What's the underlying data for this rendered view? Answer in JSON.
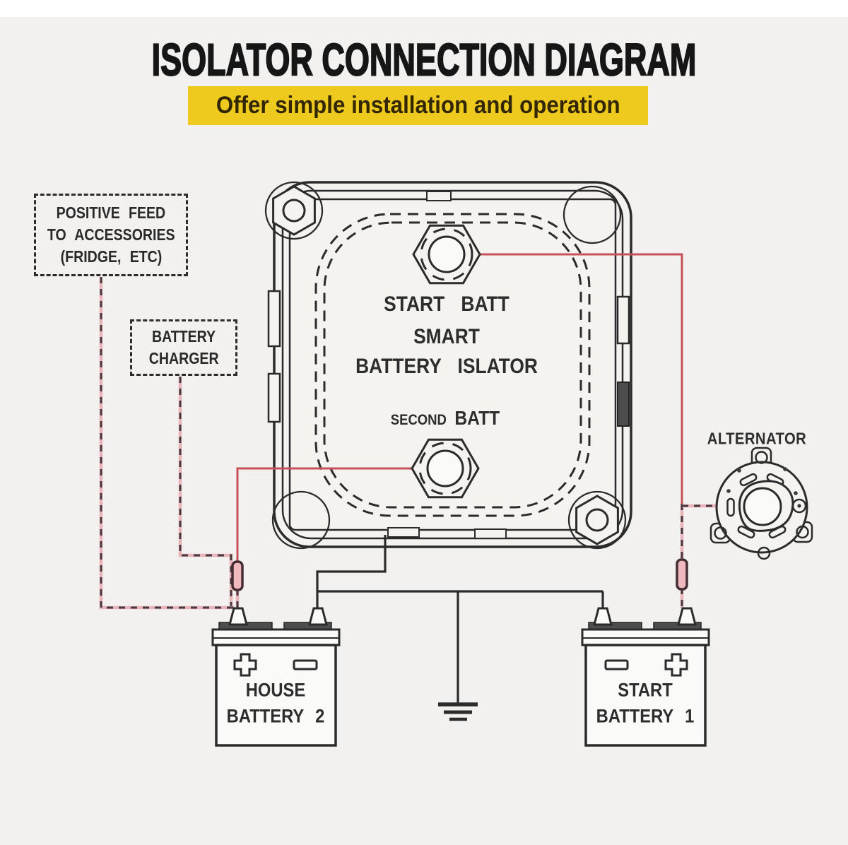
{
  "header": {
    "title": "ISOLATOR CONNECTION DIAGRAM",
    "subtitle": "Offer simple installation and operation",
    "subtitle_bg": "#eec91e"
  },
  "colors": {
    "line": "#2b2b2b",
    "wire_red": "#c8505b",
    "wire_pink": "#e8b4ba",
    "wire_dash_dark": "#46383d",
    "accent_yellow": "#eec91e",
    "terminal_gray": "#4d4d4d",
    "fuse_fill": "#f0b9bf",
    "background": "#f2f1ef"
  },
  "boxes": {
    "positive_feed": {
      "line1": "POSITIVE FEED",
      "line2": "TO ACCESSORIES",
      "line3": "(FRIDGE, ETC)"
    },
    "battery_charger": {
      "line1": "BATTERY",
      "line2": "CHARGER"
    }
  },
  "isolator": {
    "line1": "START BATT",
    "line2": "SMART",
    "line3": "BATTERY ISLATOR",
    "second_small": "SECOND",
    "second_large": "BATT"
  },
  "alternator": {
    "label": "ALTERNATOR"
  },
  "batteries": {
    "house": {
      "line1": "HOUSE",
      "line2": "BATTERY 2"
    },
    "start": {
      "line1": "START",
      "line2": "BATTERY 1"
    }
  },
  "icons": {
    "plus_terminal": "plus-in-box shape",
    "minus_terminal": "minus-in-box shape",
    "ground": "three-bar earth ground symbol",
    "fuse": "inline fuse cartridge",
    "hex_nut": "hex stud terminal",
    "alternator": "slotted alternator end-view"
  }
}
